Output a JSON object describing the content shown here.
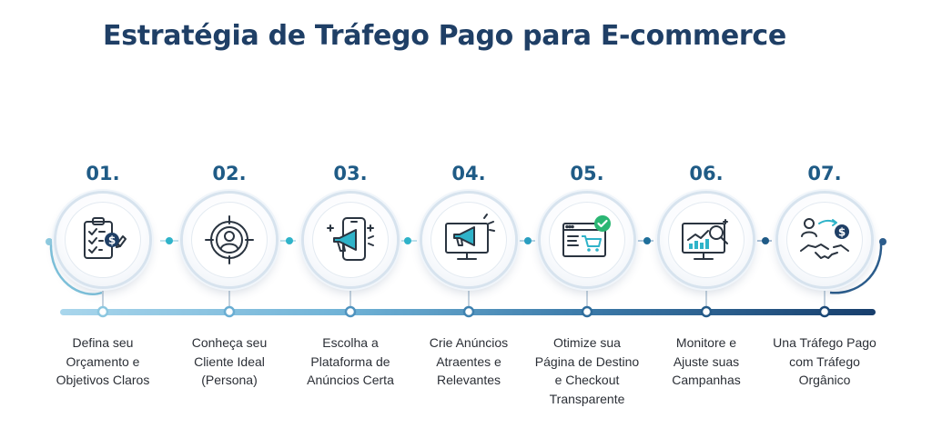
{
  "title": "Estratégia de Tráfego Pago para E-commerce",
  "colors": {
    "title": "#1f3f66",
    "number": "#1f5b86",
    "accent_teal": "#2fb3c9",
    "accent_green": "#2bb673",
    "icon_stroke": "#2a3440",
    "bar_gradient": [
      "#a9d6ec",
      "#6fb2d6",
      "#3b79a8",
      "#173e6c"
    ]
  },
  "steps": [
    {
      "number": "01.",
      "icon": "budget-checklist-icon",
      "label_lines": [
        "Defina seu",
        "Orçamento e",
        "Objetivos Claros"
      ]
    },
    {
      "number": "02.",
      "icon": "persona-target-icon",
      "label_lines": [
        "Conheça seu",
        "Cliente Ideal",
        "(Persona)"
      ]
    },
    {
      "number": "03.",
      "icon": "phone-megaphone-icon",
      "label_lines": [
        "Escolha a",
        "Plataforma de",
        "Anúncios Certa"
      ]
    },
    {
      "number": "04.",
      "icon": "monitor-megaphone-icon",
      "label_lines": [
        "Crie Anúncios",
        "Atraentes e",
        "Relevantes"
      ]
    },
    {
      "number": "05.",
      "icon": "checkout-page-icon",
      "label_lines": [
        "Otimize sua",
        "Página de Destino",
        "e Checkout",
        "Transparente"
      ]
    },
    {
      "number": "06.",
      "icon": "analytics-monitor-icon",
      "label_lines": [
        "Monitore e",
        "Ajuste suas",
        "Campanhas"
      ]
    },
    {
      "number": "07.",
      "icon": "handshake-dollar-icon",
      "label_lines": [
        "Una Tráfego Pago",
        "com Tráfego",
        "Orgânico"
      ]
    }
  ]
}
